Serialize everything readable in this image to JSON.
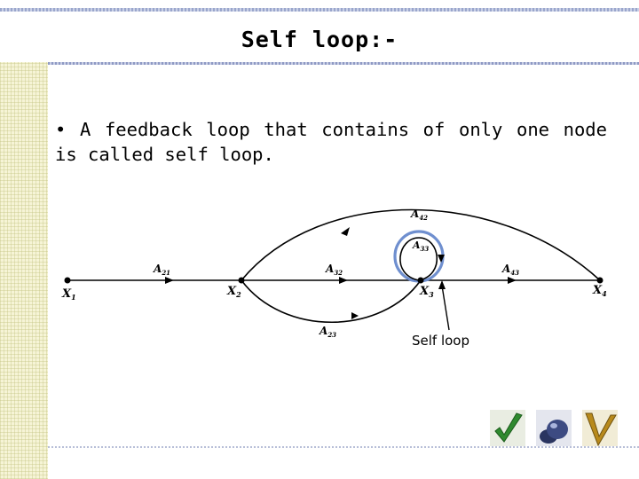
{
  "slide": {
    "title": "Self loop:-",
    "bullet": "• A feedback loop that contains of only one node is called self loop."
  },
  "diagram": {
    "nodes": [
      {
        "label_main": "X",
        "label_sub": "1"
      },
      {
        "label_main": "X",
        "label_sub": "2"
      },
      {
        "label_main": "X",
        "label_sub": "3"
      },
      {
        "label_main": "X",
        "label_sub": "4"
      }
    ],
    "branches": [
      {
        "main": "A",
        "sub": "21"
      },
      {
        "main": "A",
        "sub": "32"
      },
      {
        "main": "A",
        "sub": "43"
      },
      {
        "main": "A",
        "sub": "42"
      },
      {
        "main": "A",
        "sub": "33"
      },
      {
        "main": "A",
        "sub": "23"
      }
    ],
    "callout": "Self loop"
  },
  "colors": {
    "self_loop_highlight": "#6f8fcf",
    "title_rule": "#8e99c4",
    "left_strip": "#f6f4d6"
  },
  "icons": [
    "checkmark-icon",
    "sphere-icon",
    "letter-v-icon"
  ]
}
